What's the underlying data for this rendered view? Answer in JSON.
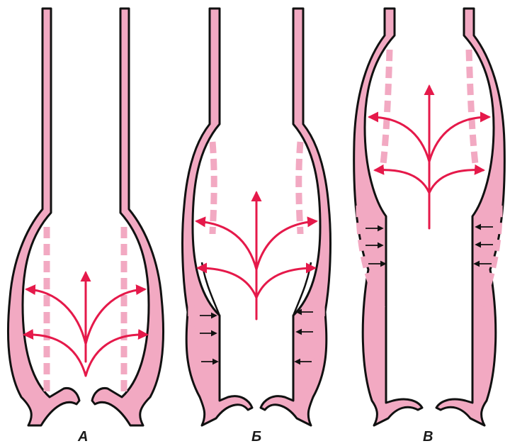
{
  "panels": [
    {
      "id": "A",
      "label": "А"
    },
    {
      "id": "B",
      "label": "Б"
    },
    {
      "id": "C",
      "label": "В"
    }
  ],
  "colors": {
    "wall": "#f2a9c2",
    "outline": "#111111",
    "flow_arrow": "#e5194a",
    "pressure_arrow": "#111111",
    "background": "#ffffff"
  }
}
